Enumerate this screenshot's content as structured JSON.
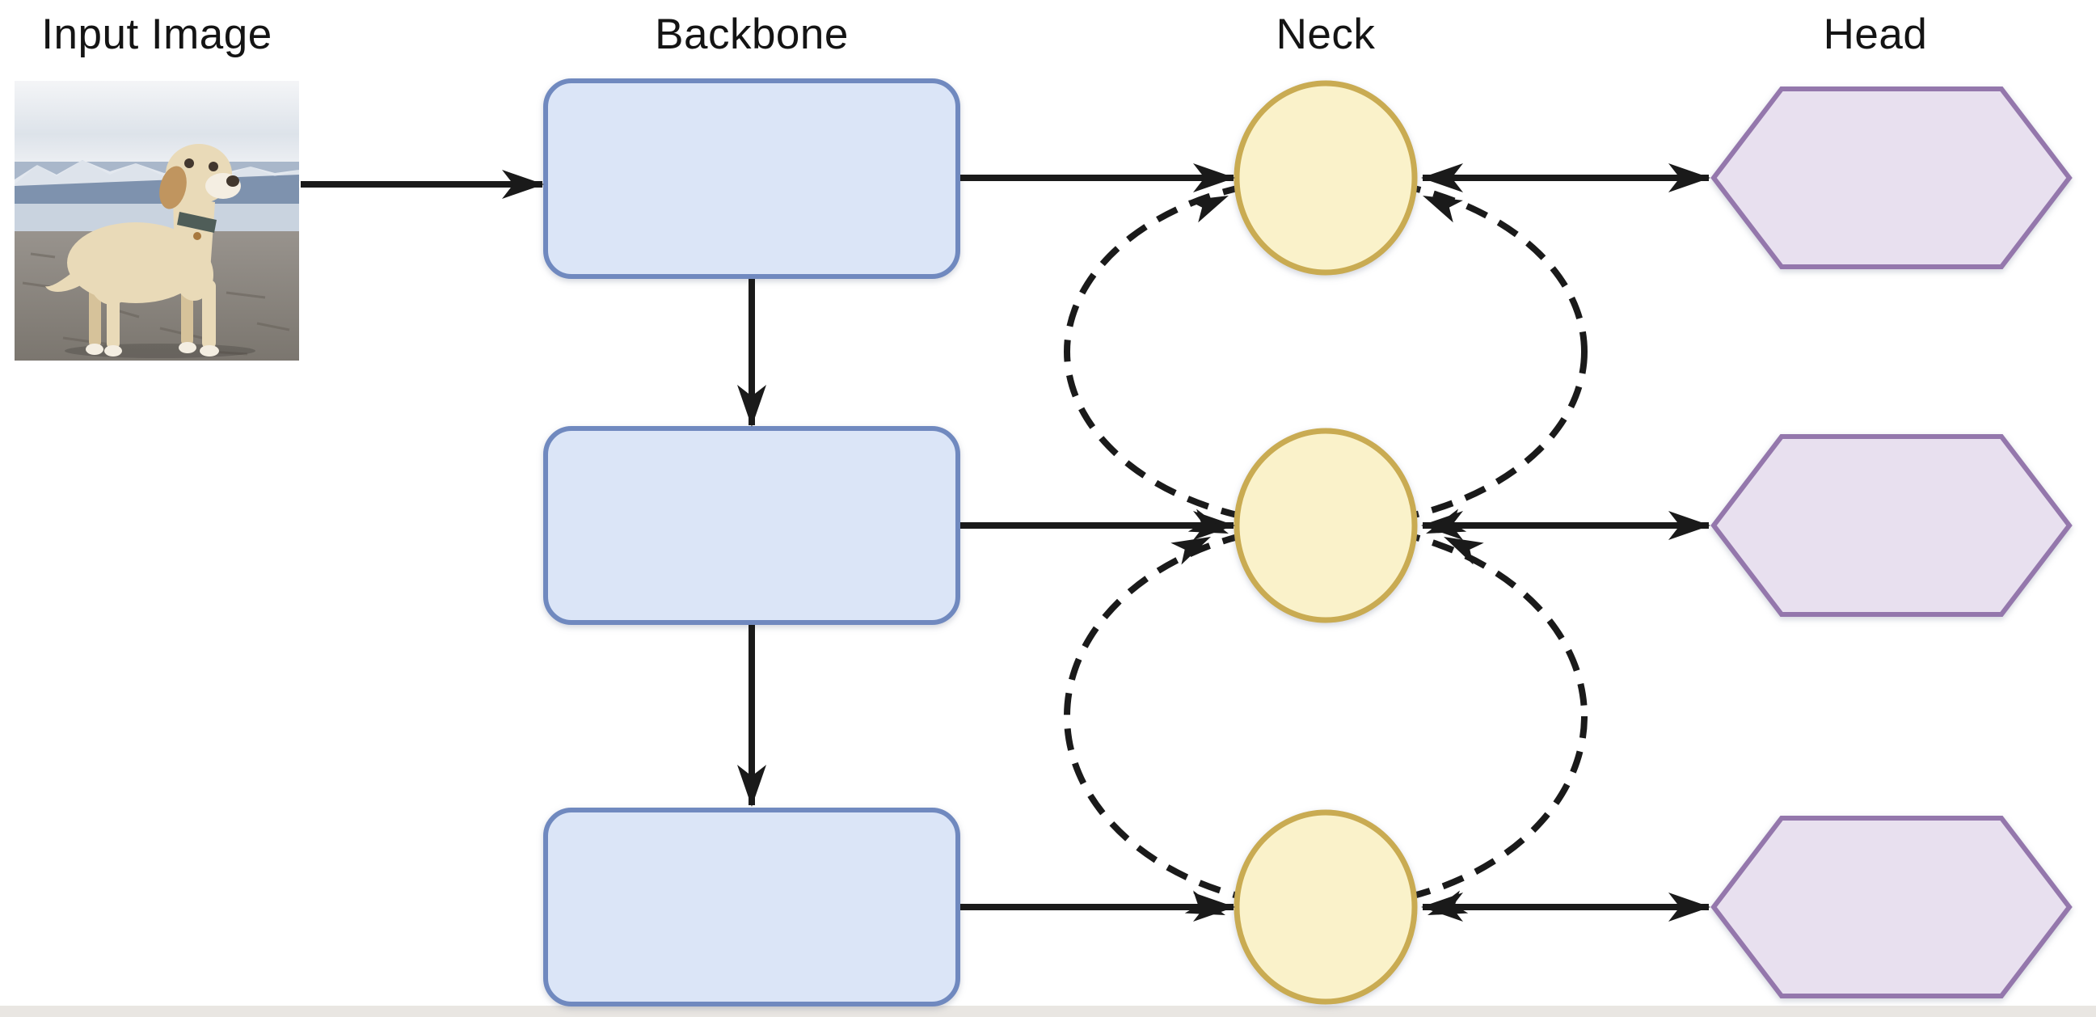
{
  "labels": {
    "input": "Input Image",
    "backbone": "Backbone",
    "neck": "Neck",
    "head": "Head"
  },
  "diagram": {
    "type": "object-detection-architecture-flowchart",
    "columns": [
      "Input Image",
      "Backbone",
      "Neck",
      "Head"
    ],
    "backbone_blocks": 3,
    "neck_nodes": 3,
    "head_nodes": 3,
    "input_thumbnail": "photo of a cream labrador dog standing on a beach with mountains behind",
    "edges": [
      {
        "from": "input-image",
        "to": "backbone-1",
        "style": "solid-arrow"
      },
      {
        "from": "backbone-1",
        "to": "backbone-2",
        "style": "solid-arrow"
      },
      {
        "from": "backbone-2",
        "to": "backbone-3",
        "style": "solid-arrow"
      },
      {
        "from": "backbone-1",
        "to": "neck-1",
        "style": "solid-arrow"
      },
      {
        "from": "backbone-2",
        "to": "neck-2",
        "style": "solid-arrow"
      },
      {
        "from": "backbone-3",
        "to": "neck-3",
        "style": "solid-arrow"
      },
      {
        "from": "neck-1",
        "to": "head-1",
        "style": "double-arrow"
      },
      {
        "from": "neck-2",
        "to": "head-2",
        "style": "double-arrow"
      },
      {
        "from": "neck-3",
        "to": "head-3",
        "style": "double-arrow"
      },
      {
        "from": "neck-1",
        "to": "neck-2",
        "style": "dashed-loop-bidirectional"
      },
      {
        "from": "neck-2",
        "to": "neck-3",
        "style": "dashed-loop-bidirectional"
      }
    ]
  },
  "colors": {
    "bg": "#ffffff",
    "footer-strip": "#e9e6e2",
    "arrow": "#1a1a1a",
    "box-fill": "#dbe5f7",
    "box-stroke": "#7089bf",
    "circle-fill": "#faf2ca",
    "circle-stroke": "#c9ab52",
    "hex-fill": "#e8e0ef",
    "hex-stroke": "#9477ac",
    "sky-top": "#f4f5f7",
    "sky-bottom": "#dde3ea",
    "mountain-far": "#a9b7ca",
    "mountain-near": "#7e92ae",
    "snow": "#edf1f6",
    "sea-light": "#c9d3df",
    "sand-top": "#98938d",
    "sand-bottom": "#7b766f",
    "crack": "#635d55",
    "dog-cream": "#e9dab8",
    "dog-shade": "#d6c29a",
    "dog-ear": "#c0955f",
    "dog-dark": "#42372e",
    "dog-collar": "#4f5d58",
    "dog-paw": "#f4eee2"
  }
}
